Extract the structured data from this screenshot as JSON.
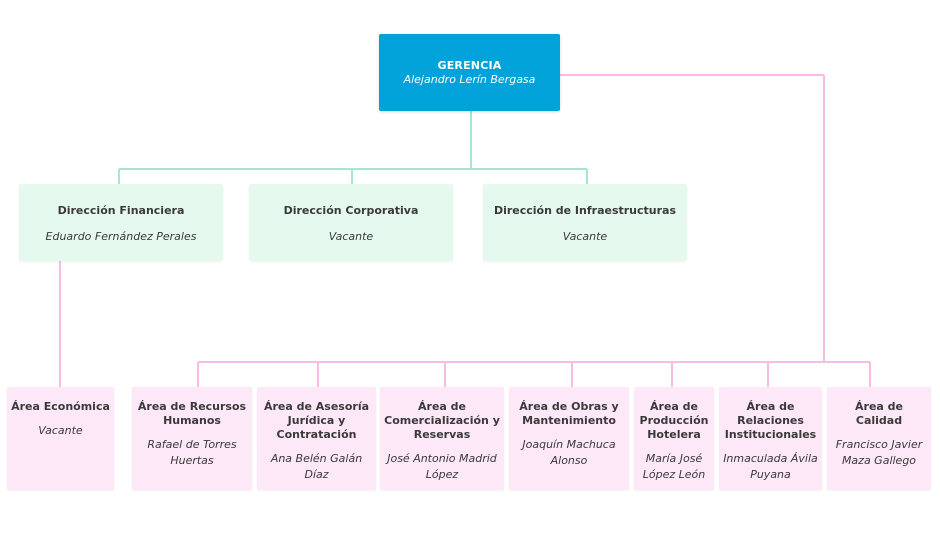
{
  "root": {
    "title": "GERENCIA",
    "name": "Alejandro Lerín Bergasa"
  },
  "directions": [
    {
      "title": "Dirección Financiera",
      "name": "Eduardo Fernández Perales"
    },
    {
      "title": "Dirección Corporativa",
      "name": "Vacante"
    },
    {
      "title": "Dirección de Infraestructuras",
      "name": "Vacante"
    }
  ],
  "areas": [
    {
      "title": "Área Económica",
      "name": "Vacante"
    },
    {
      "title": "Área de Recursos Humanos",
      "name": "Rafael de Torres Huertas"
    },
    {
      "title": "Área de Asesoría Jurídica y Contratación",
      "name": "Ana Belén Galán Díaz"
    },
    {
      "title": "Área de Comercialización y Reservas",
      "name": "José Antonio Madrid López"
    },
    {
      "title": "Área de Obras y Mantenimiento",
      "name": "Joaquín Machuca Alonso"
    },
    {
      "title": "Área de Producción Hotelera",
      "name": "María José López León"
    },
    {
      "title": "Área de Relaciones Institucionales",
      "name": "Inmaculada Ávila Puyana"
    },
    {
      "title": "Área de Calidad",
      "name": "Francisco Javier Maza Gallego"
    }
  ],
  "colors": {
    "root_fill": "#00a3d9",
    "direction_fill": "#e6f9ef",
    "area_fill": "#fde8f7",
    "green_connector": "#a8e6cc",
    "pink_connector": "#f5bde6"
  }
}
